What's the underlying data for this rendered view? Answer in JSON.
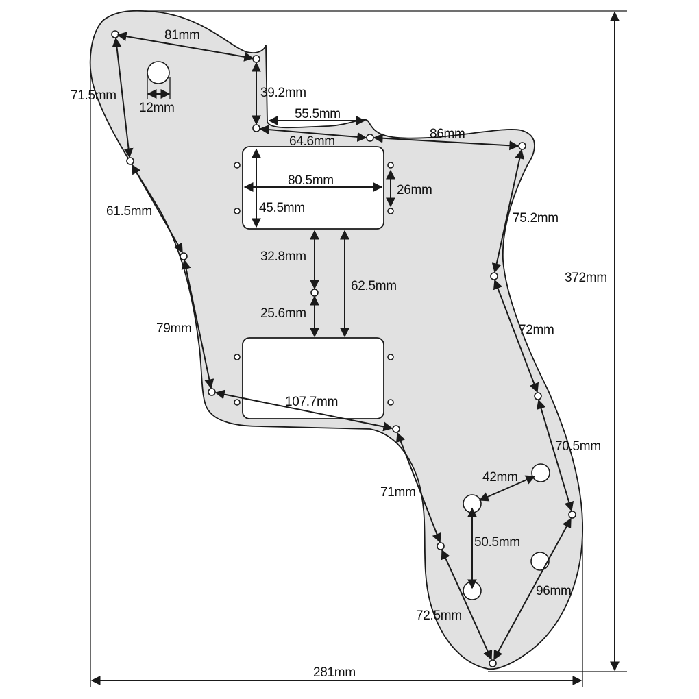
{
  "colors": {
    "pickguard_fill": "#e1e1e1",
    "outline": "#1a1a1a",
    "dimension_line": "#1a1a1a",
    "background": "#ffffff"
  },
  "labels": {
    "d81": "81mm",
    "d71_5": "71.5mm",
    "d12": "12mm",
    "d39_2": "39.2mm",
    "d55_5": "55.5mm",
    "d64_6": "64.6mm",
    "d86": "86mm",
    "d80_5": "80.5mm",
    "d26": "26mm",
    "d45_5": "45.5mm",
    "d61_5": "61.5mm",
    "d75_2": "75.2mm",
    "d372": "372mm",
    "d32_8": "32.8mm",
    "d62_5": "62.5mm",
    "d25_6": "25.6mm",
    "d79": "79mm",
    "d72": "72mm",
    "d107_7": "107.7mm",
    "d70_5": "70.5mm",
    "d42": "42mm",
    "d71": "71mm",
    "d50_5": "50.5mm",
    "d96": "96mm",
    "d72_5": "72.5mm",
    "d281": "281mm"
  }
}
